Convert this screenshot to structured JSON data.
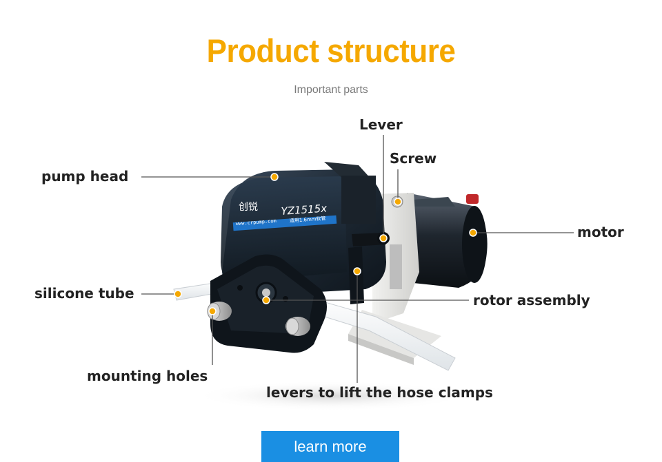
{
  "header": {
    "title": "Product structure",
    "subtitle": "Important parts"
  },
  "product": {
    "brand": "创锐",
    "model": "YZ1515x",
    "url": "www.crpump.com",
    "tagline": "适用1.6mm软管"
  },
  "labels": {
    "lever": "Lever",
    "screw": "Screw",
    "pump_head": "pump head",
    "motor": "motor",
    "silicone_tube": "silicone tube",
    "rotor_assembly": "rotor assembly",
    "mounting_holes": "mounting holes",
    "levers_hose_clamps": "levers to lift the hose clamps"
  },
  "button": {
    "label": "learn more"
  },
  "colors": {
    "title": "#f5a800",
    "subtitle": "#7a7a7a",
    "marker_dot": "#f5a800",
    "button_bg": "#1a8fe3",
    "label_text": "#222222"
  }
}
